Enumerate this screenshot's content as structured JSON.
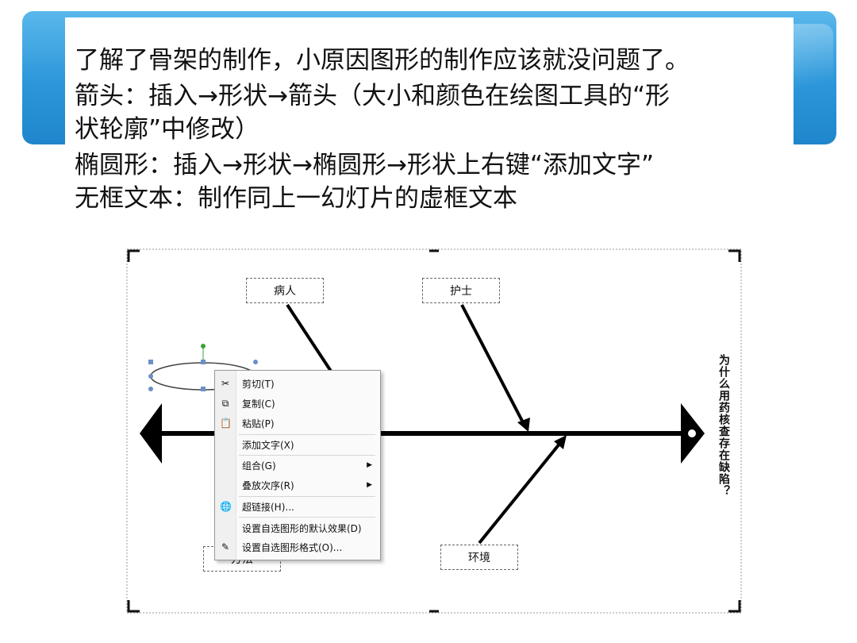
{
  "slide": {
    "lines": [
      "了解了骨架的制作，小原因图形的制作应该就没问题了。",
      "箭头：插入→形状→箭头（大小和颜色在绘图工具的“形",
      "状轮廓”中修改）",
      "椭圆形：插入→形状→椭圆形→形状上右键“添加文字”",
      "无框文本：制作同上一幻灯片的虚框文本"
    ]
  },
  "diagram": {
    "labels": {
      "patient": "病人",
      "nurse": "护士",
      "environment": "环境",
      "method": "方法"
    },
    "head_text": "为什么用药核查存在缺陷？"
  },
  "context_menu": {
    "items": [
      {
        "label": "剪切(T)",
        "icon": "scissors-icon"
      },
      {
        "label": "复制(C)",
        "icon": "copy-icon"
      },
      {
        "label": "粘贴(P)",
        "icon": "paste-icon"
      },
      {
        "label": "添加文字(X)",
        "icon": ""
      },
      {
        "label": "组合(G)",
        "icon": "",
        "submenu": true
      },
      {
        "label": "叠放次序(R)",
        "icon": "",
        "submenu": true
      },
      {
        "label": "超链接(H)...",
        "icon": "hyperlink-icon"
      },
      {
        "label": "设置自选图形的默认效果(D)",
        "icon": ""
      },
      {
        "label": "设置自选图形格式(O)...",
        "icon": "format-shape-icon"
      }
    ]
  },
  "colors": {
    "banner": "#2b96d9",
    "accent_handle": "#3aa03a",
    "shape_handle": "#6b8fc9"
  }
}
